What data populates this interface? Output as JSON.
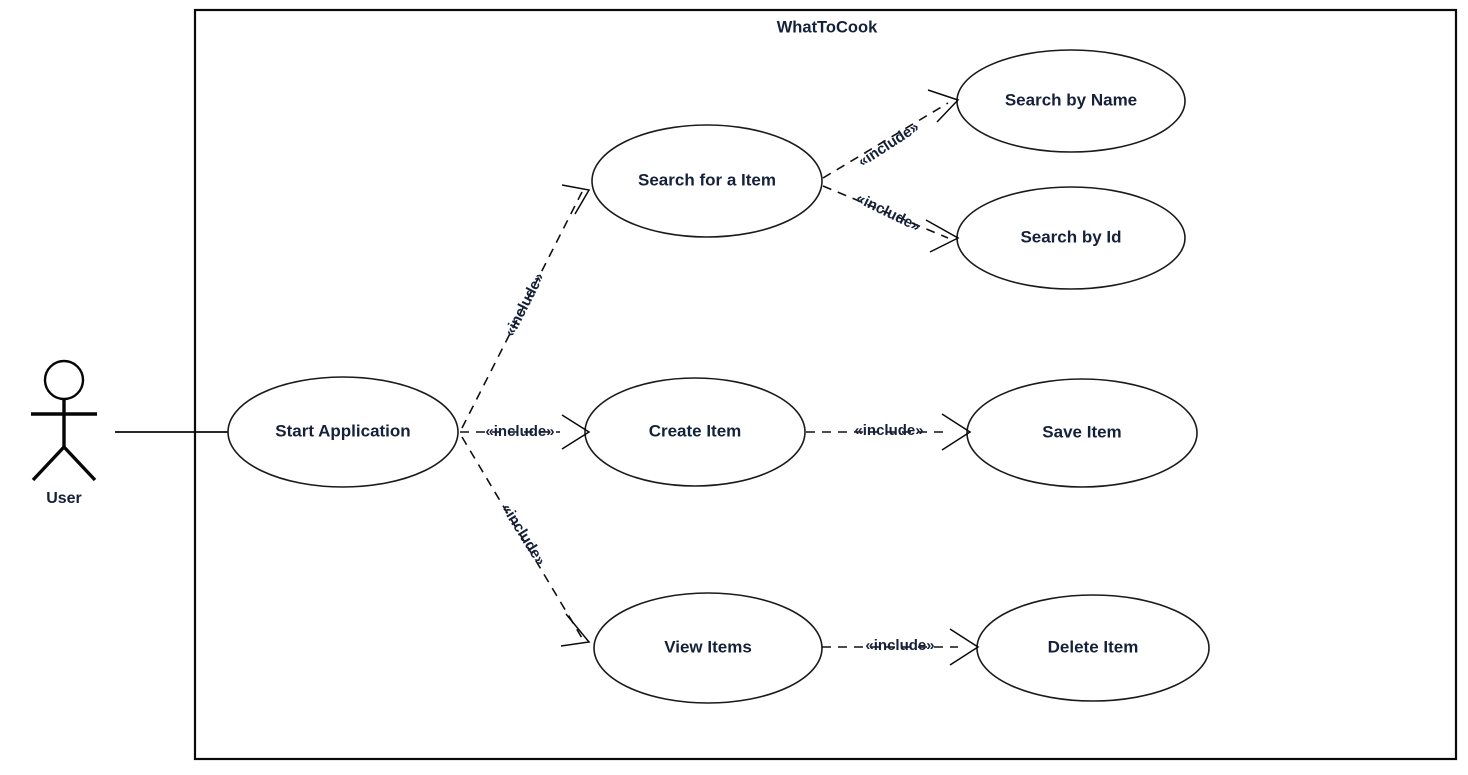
{
  "diagram": {
    "type": "uml-use-case-diagram",
    "system_boundary_title": "WhatToCook",
    "actor": {
      "name": "User",
      "label": "User"
    },
    "stereotype": "«include»",
    "use_cases": [
      {
        "id": "start-application",
        "label": "Start Application"
      },
      {
        "id": "search-for-a-item",
        "label": "Search for a Item"
      },
      {
        "id": "search-by-name",
        "label": "Search by Name"
      },
      {
        "id": "search-by-id",
        "label": "Search by Id"
      },
      {
        "id": "create-item",
        "label": "Create Item"
      },
      {
        "id": "save-item",
        "label": "Save Item"
      },
      {
        "id": "view-items",
        "label": "View Items"
      },
      {
        "id": "delete-item",
        "label": "Delete Item"
      }
    ],
    "relationships": [
      {
        "id": "user-start",
        "from": "User",
        "to": "Start Application",
        "kind": "association",
        "label": ""
      },
      {
        "id": "start-search",
        "from": "Start Application",
        "to": "Search for a Item",
        "kind": "include",
        "label": "«include»"
      },
      {
        "id": "start-create",
        "from": "Start Application",
        "to": "Create Item",
        "kind": "include",
        "label": "«include»"
      },
      {
        "id": "start-view",
        "from": "Start Application",
        "to": "View Items",
        "kind": "include",
        "label": "«include»"
      },
      {
        "id": "search-name",
        "from": "Search for a Item",
        "to": "Search by Name",
        "kind": "include",
        "label": "«include»"
      },
      {
        "id": "search-id",
        "from": "Search for a Item",
        "to": "Search by Id",
        "kind": "include",
        "label": "«include»"
      },
      {
        "id": "create-save",
        "from": "Create Item",
        "to": "Save Item",
        "kind": "include",
        "label": "«include»"
      },
      {
        "id": "view-delete",
        "from": "View Items",
        "to": "Delete Item",
        "kind": "include",
        "label": "«include»"
      }
    ],
    "colors": {
      "background": "#ffffff",
      "stroke": "#0d0d0d",
      "text": "#15203a"
    }
  }
}
